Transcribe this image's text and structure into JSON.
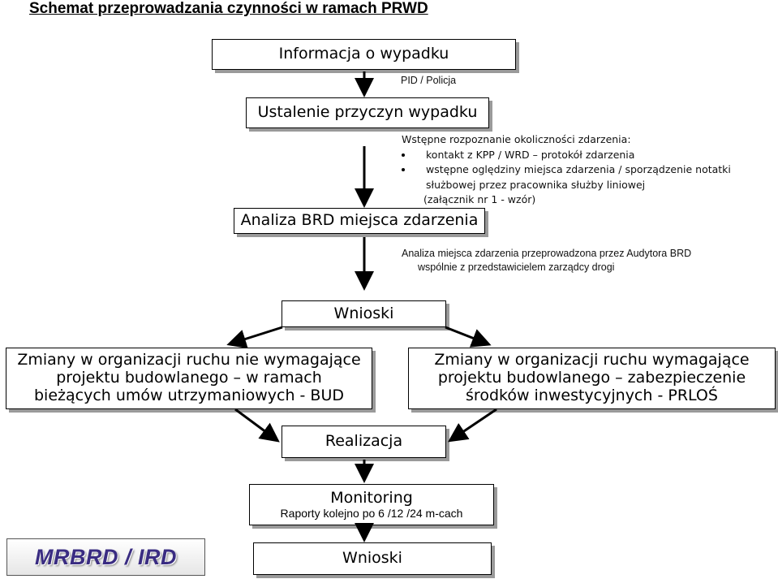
{
  "title": "Schemat przeprowadzania czynności w ramach PRWD",
  "boxes": {
    "info": "Informacja o wypadku",
    "cause": "Ustalenie przyczyn wypadku",
    "analysis": "Analiza BRD miejsca zdarzenia",
    "conclusions": "Wnioski",
    "left_change": [
      "Zmiany w organizacji ruchu nie wymagające",
      "projektu budowlanego – w ramach",
      "bieżących umów utrzymaniowych - BUD"
    ],
    "right_change": [
      "Zmiany w organizacji ruchu wymagające",
      "projektu budowlanego – zabezpieczenie",
      "środków inwestycyjnych - PRLOŚ"
    ],
    "realization": "Realizacja",
    "monitoring": "Monitoring",
    "monitoring_sub": "Raporty kolejno po 6 /12 /24 m-cach",
    "final_conclusions": "Wnioski"
  },
  "notes": {
    "pid": "PID / Policja",
    "initial_title": "Wstępne rozpoznanie okoliczności zdarzenia:",
    "bullet_1": "kontakt z  KPP / WRD – protokół zdarzenia",
    "bullet_2a": "wstępne oględziny miejsca zdarzenia / sporządzenie notatki",
    "bullet_2b": "służbowej przez pracownika służby liniowej",
    "bullet_2c": "(załącznik nr 1 - wzór)",
    "audit_1": "Analiza miejsca zdarzenia przeprowadzona przez Audytora BRD",
    "audit_2": "wspólnie z przedstawicielem zarządcy drogi"
  },
  "logo_text": "MRBRD / IRD",
  "colors": {
    "shadow": "#9a9a9a",
    "logo_text": "#3a2c82"
  }
}
